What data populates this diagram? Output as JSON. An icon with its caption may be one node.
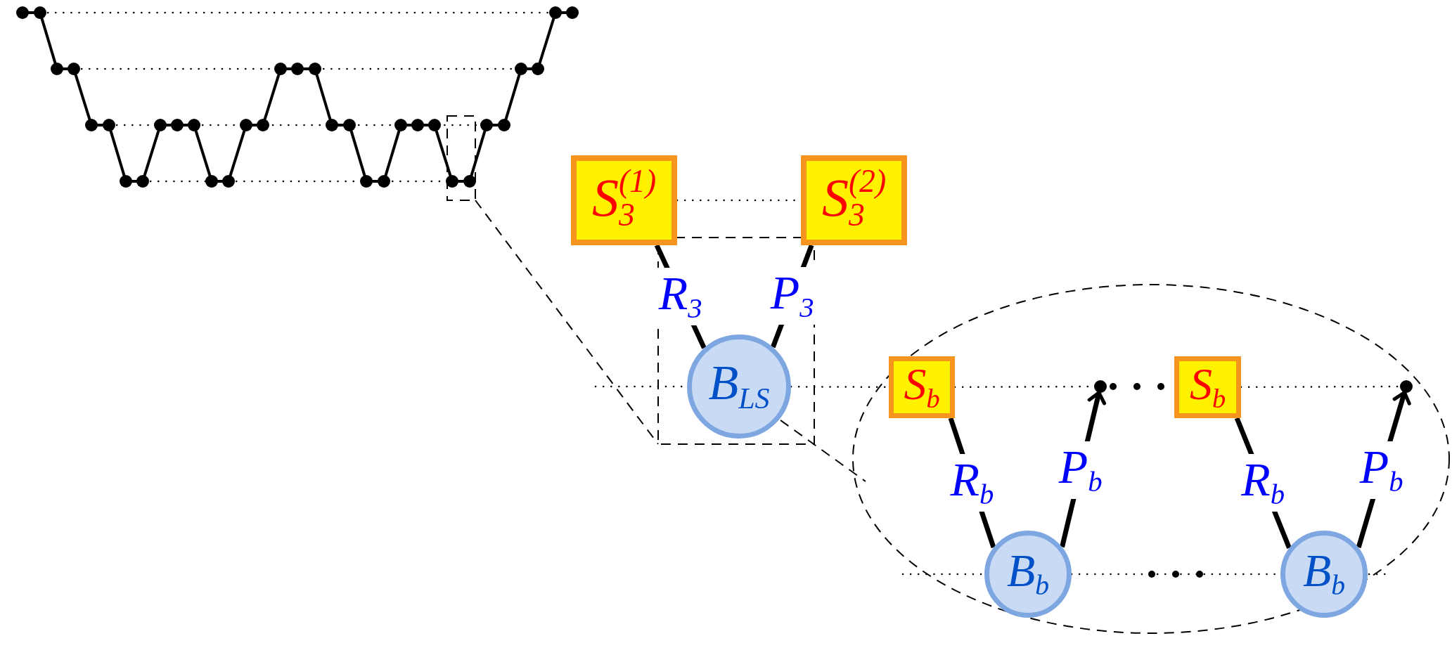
{
  "diagram": {
    "nodes": [
      {
        "text": [
          "S$_{3}$$^{(1)}$"
        ]
      },
      {
        "text": [
          "S$_{3}$$^{(2)}$"
        ]
      },
      {
        "text": [
          "B$_{LS}$"
        ]
      },
      {
        "text": [
          "S$_{b}$"
        ]
      },
      {
        "text": [],
        "shape": "circle"
      },
      {
        "text": [
          "S$_{b}$"
        ]
      },
      {
        "text": [],
        "shape": "circle"
      },
      {
        "text": [
          "B$_{b}$"
        ]
      },
      {
        "text": [
          "B$_{b}$"
        ]
      }
    ],
    "edges": [
      {
        "from": 0,
        "to": 2,
        "arrow": "none",
        "label": "R$_{3}$"
      },
      {
        "from": 2,
        "to": 1,
        "arrow": "none",
        "label": "P$_{3}$"
      },
      {
        "from": 3,
        "to": 7,
        "arrow": "none",
        "label": "R$_{b}$"
      },
      {
        "from": 7,
        "to": 4,
        "arrow": "to",
        "label": "P$_{b}$"
      },
      {
        "from": 5,
        "to": 8,
        "arrow": "none",
        "label": "R$_{b}$"
      },
      {
        "from": 8,
        "to": 6,
        "arrow": "to",
        "label": "P$_{b}$"
      },
      {
        "from": 0,
        "to": 1,
        "arrow": "none",
        "style": "dashed"
      },
      {
        "from": 2,
        "to": 3,
        "arrow": "none",
        "style": "dashed"
      },
      {
        "from": 3,
        "to": 4,
        "arrow": "none",
        "style": "dashed"
      },
      {
        "from": 5,
        "to": 6,
        "arrow": "none",
        "style": "dashed"
      },
      {
        "from": 7,
        "to": 8,
        "arrow": "none",
        "style": "dashed"
      }
    ]
  }
}
